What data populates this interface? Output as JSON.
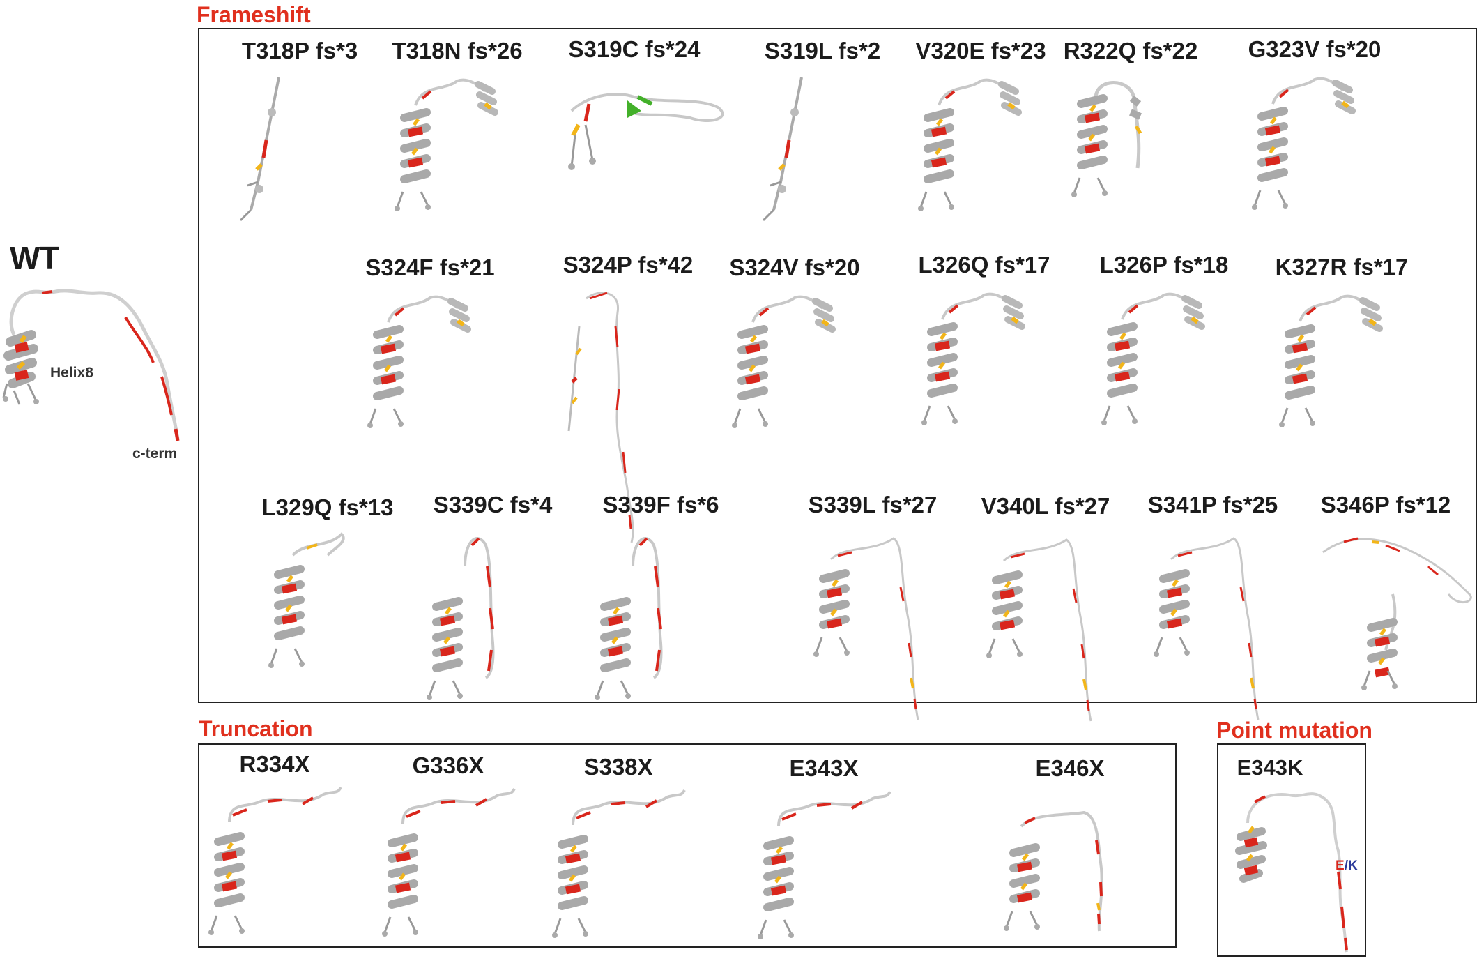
{
  "wt": {
    "title": "WT",
    "helix_label": "Helix8",
    "cterm_label": "c-term"
  },
  "sections": {
    "frameshift": "Frameshift",
    "truncation": "Truncation",
    "point": "Point mutation"
  },
  "frameshift": [
    {
      "label": "T318P fs*3",
      "shape": "stick"
    },
    {
      "label": "T318N fs*26",
      "shape": "helix-hook"
    },
    {
      "label": "S319C fs*24",
      "shape": "sheet"
    },
    {
      "label": "S319L fs*2",
      "shape": "stick"
    },
    {
      "label": "V320E fs*23",
      "shape": "helix-hook"
    },
    {
      "label": "R322Q fs*22",
      "shape": "hairpin"
    },
    {
      "label": "G323V fs*20",
      "shape": "helix-hook"
    },
    {
      "label": "S324F fs*21",
      "shape": "helix-hook"
    },
    {
      "label": "S324P fs*42",
      "shape": "long-loop"
    },
    {
      "label": "S324V fs*20",
      "shape": "helix-hook"
    },
    {
      "label": "L326Q fs*17",
      "shape": "helix-hook"
    },
    {
      "label": "L326P fs*18",
      "shape": "helix-hook"
    },
    {
      "label": "K327R fs*17",
      "shape": "helix-hook"
    },
    {
      "label": "L329Q fs*13",
      "shape": "short-tail"
    },
    {
      "label": "S339C fs*4",
      "shape": "hairpin-long"
    },
    {
      "label": "S339F fs*6",
      "shape": "hairpin-long"
    },
    {
      "label": "S339L fs*27",
      "shape": "long-down"
    },
    {
      "label": "V340L fs*27",
      "shape": "long-down"
    },
    {
      "label": "S341P fs*25",
      "shape": "long-down"
    },
    {
      "label": "S346P fs*12",
      "shape": "wide-loop"
    }
  ],
  "truncation": [
    {
      "label": "R334X",
      "shape": "trunc"
    },
    {
      "label": "G336X",
      "shape": "trunc"
    },
    {
      "label": "S338X",
      "shape": "trunc"
    },
    {
      "label": "E343X",
      "shape": "trunc"
    },
    {
      "label": "E346X",
      "shape": "trunc-down"
    }
  ],
  "point": {
    "label": "E343K",
    "e": "E",
    "sep": "/",
    "k": "K"
  },
  "colors": {
    "title_red": "#e0301e",
    "ribbon_grey": "#c8c8c8",
    "ribbon_red": "#d9261c",
    "ribbon_yellow": "#f2b519",
    "sheet_green": "#43b02a",
    "k_blue": "#2a3a9a"
  }
}
